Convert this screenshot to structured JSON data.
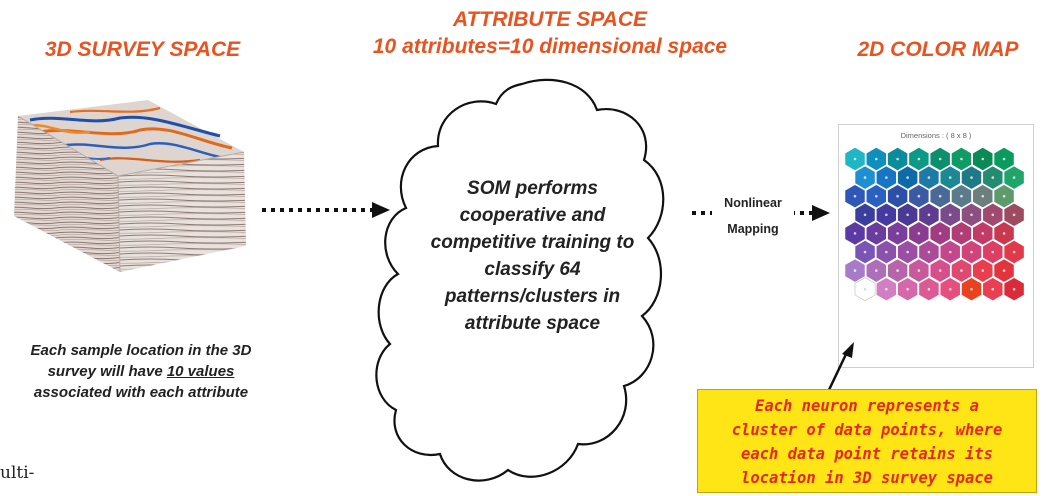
{
  "titles": {
    "survey": "3D SURVEY SPACE",
    "attribute_line1": "ATTRIBUTE SPACE",
    "attribute_line2": "10 attributes=10 dimensional space",
    "colormap": "2D COLOR MAP"
  },
  "survey_note": {
    "line1": "Each sample location in the 3D",
    "line2_pre": "survey will have ",
    "line2_underlined": "10 values",
    "line3": "associated with each attribute"
  },
  "cloud_text": "SOM performs cooperative and competitive training to classify 64 patterns/clusters in attribute space",
  "mapping_label": {
    "line1": "Nonlinear",
    "line2": "Mapping"
  },
  "som_map": {
    "caption": "Dimensions : ( 8 x 8 )",
    "rows": 8,
    "cols": 8,
    "colors": [
      [
        "#1fb6c6",
        "#0e8fbd",
        "#0a8c9c",
        "#0c9a86",
        "#0b8f6c",
        "#0f9a66",
        "#0b8a55",
        "#0a9b5e"
      ],
      [
        "#1e8fd2",
        "#1874c4",
        "#0f6aa8",
        "#1d7aa6",
        "#1c8893",
        "#1f7a88",
        "#238b6f",
        "#1fa46a"
      ],
      [
        "#2f57b8",
        "#2a61c1",
        "#2c4fa8",
        "#3a5aa4",
        "#4a6a95",
        "#5a7c8a",
        "#6c7f7c",
        "#5e9b6a"
      ],
      [
        "#3a3f9e",
        "#463aa0",
        "#4b3a95",
        "#5e3c8f",
        "#7a4b8b",
        "#8c4f80",
        "#a04a6f",
        "#9c4b60"
      ],
      [
        "#5b3aa3",
        "#6a3c9e",
        "#7a3f9b",
        "#8a3d8f",
        "#a03b84",
        "#b13d74",
        "#c23a66",
        "#c8384f"
      ],
      [
        "#7a55b5",
        "#8a52ac",
        "#9a4ea4",
        "#ab4a98",
        "#c2478b",
        "#d1447a",
        "#dc3f63",
        "#e0394a"
      ],
      [
        "#a67cc8",
        "#ae6fba",
        "#b765aa",
        "#c65a9a",
        "#d54f8a",
        "#e0496f",
        "#e83e4e",
        "#e2343d"
      ],
      [
        "#ffffff",
        "#d27ec2",
        "#d468a8",
        "#dc5a93",
        "#e54e7d",
        "#e8421f",
        "#ea3e52",
        "#d92b3a"
      ]
    ]
  },
  "neuron_box": {
    "line1": "Each neuron represents a",
    "line2": "cluster of data points, where",
    "line3": "each data point retains its",
    "line4": "location in 3D survey space"
  },
  "clipped_text": "ulti-"
}
